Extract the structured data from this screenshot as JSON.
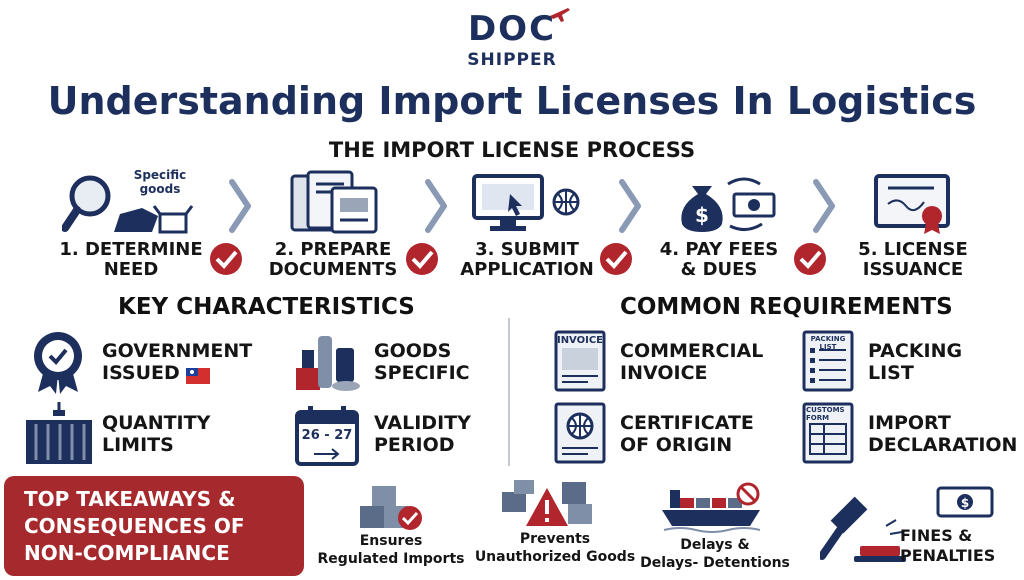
{
  "logo": {
    "line1": "DOC",
    "line2": "SHIPPER"
  },
  "title": "Understanding Import Licenses In Logistics",
  "process": {
    "heading": "THE IMPORT LICENSE PROCESS",
    "icon_caption": "Specific goods",
    "steps": [
      {
        "line1": "1. DETERMINE",
        "line2": "NEED",
        "icon": "magnifier-boxes-icon"
      },
      {
        "line1": "2. PREPARE",
        "line2": "DOCUMENTS",
        "icon": "documents-icon"
      },
      {
        "line1": "3. SUBMIT",
        "line2": "APPLICATION",
        "icon": "computer-globe-icon"
      },
      {
        "line1": "4. PAY FEES",
        "line2": "& DUES",
        "icon": "money-bag-icon"
      },
      {
        "line1": "5. LICENSE",
        "line2": "ISSUANCE",
        "icon": "certificate-icon"
      }
    ]
  },
  "key_characteristics": {
    "heading": "KEY CHARACTERISTICS",
    "items": [
      {
        "line1": "GOVERNMENT",
        "line2": "ISSUED",
        "icon": "badge-icon"
      },
      {
        "line1": "GOODS",
        "line2": "SPECIFIC",
        "icon": "goods-icon"
      },
      {
        "line1": "QUANTITY",
        "line2": "LIMITS",
        "icon": "container-icon"
      },
      {
        "line1": "VALIDITY",
        "line2": "PERIOD",
        "icon": "calendar-icon",
        "calendar_text": "26 - 27"
      }
    ]
  },
  "common_requirements": {
    "heading": "COMMON REQUIREMENTS",
    "items": [
      {
        "line1": "COMMERCIAL",
        "line2": "INVOICE",
        "icon": "invoice-icon",
        "doc_text": "INVOICE"
      },
      {
        "line1": "PACKING",
        "line2": "LIST",
        "icon": "packing-list-icon",
        "doc_text": "PACKING LIST"
      },
      {
        "line1": "CERTIFICATE",
        "line2": "OF ORIGIN",
        "icon": "certificate-origin-icon"
      },
      {
        "line1": "IMPORT",
        "line2": "DECLARATION",
        "icon": "customs-form-icon",
        "doc_text": "CUSTOMS FORM"
      }
    ]
  },
  "takeaways": {
    "banner": [
      "TOP TAKEAWAYS &",
      "CONSEQUENCES OF",
      "NON-COMPLIANCE"
    ],
    "items": [
      {
        "line1": "Ensures",
        "line2": "Regulated Imports",
        "icon": "boxes-check-icon"
      },
      {
        "line1": "Prevents",
        "line2": "Unauthorized Goods",
        "icon": "warning-boxes-icon"
      },
      {
        "line1": "Delays &",
        "line2": "Delays- Detentions",
        "icon": "ship-blocked-icon"
      },
      {
        "line1": "FINES &",
        "line2": "PENALTIES",
        "icon": "gavel-money-icon"
      }
    ]
  },
  "colors": {
    "navy": "#1d2f5c",
    "red": "#a6292d",
    "check_red": "#b0262c"
  }
}
